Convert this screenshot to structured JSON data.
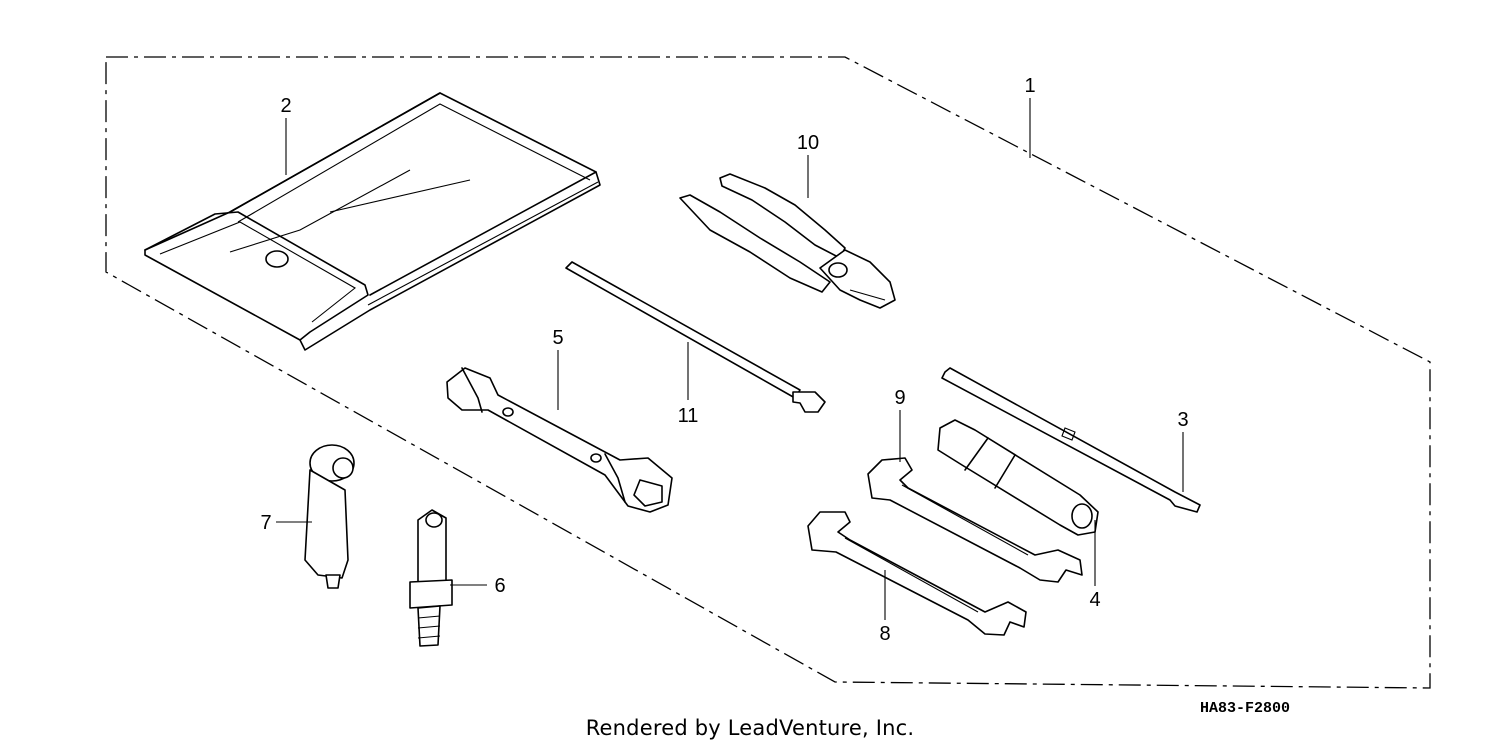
{
  "diagram_code": "HA83-F2800",
  "credit": "Rendered by LeadVenture, Inc.",
  "callouts": [
    {
      "id": "1",
      "label": "1"
    },
    {
      "id": "2",
      "label": "2"
    },
    {
      "id": "3",
      "label": "3"
    },
    {
      "id": "4",
      "label": "4"
    },
    {
      "id": "5",
      "label": "5"
    },
    {
      "id": "6",
      "label": "6"
    },
    {
      "id": "7",
      "label": "7"
    },
    {
      "id": "8",
      "label": "8"
    },
    {
      "id": "9",
      "label": "9"
    },
    {
      "id": "10",
      "label": "10"
    },
    {
      "id": "11",
      "label": "11"
    }
  ]
}
